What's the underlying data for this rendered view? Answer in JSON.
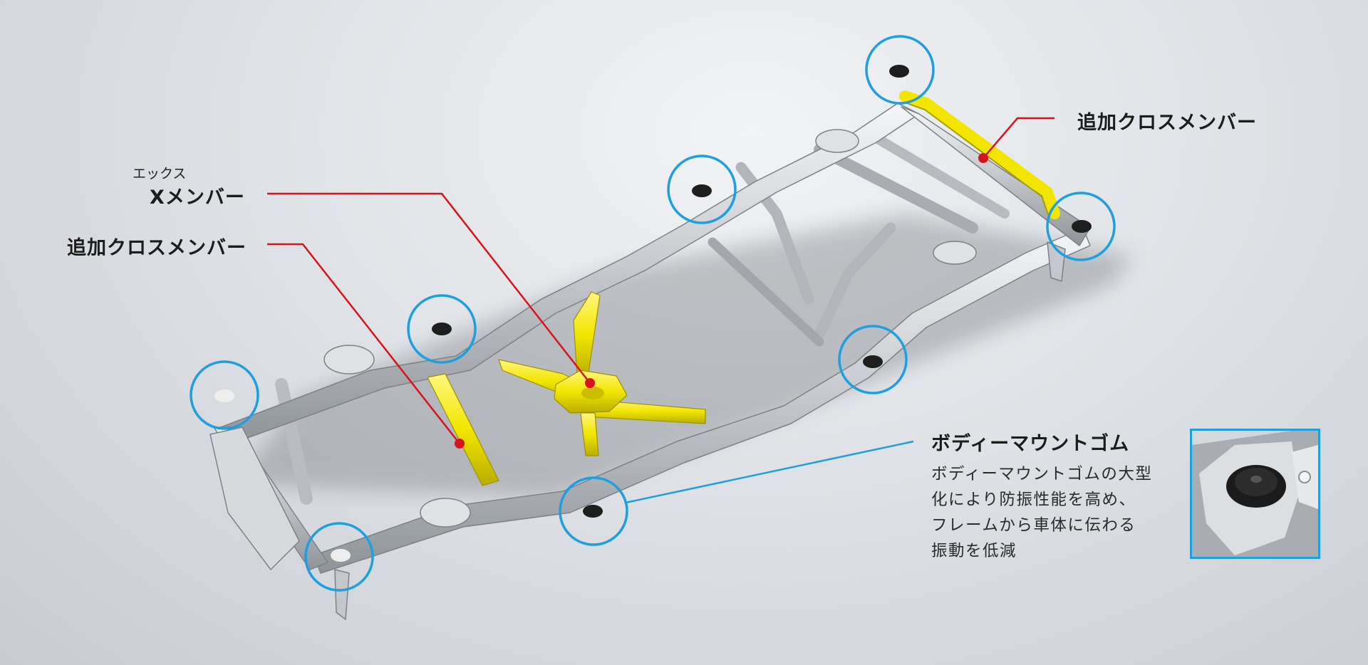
{
  "labels": {
    "x_member_ruby": "エックス",
    "x_member": "Xメンバー",
    "cross_member_left": "追加クロスメンバー",
    "cross_member_right": "追加クロスメンバー",
    "body_mount_title": "ボディーマウントゴム"
  },
  "body_mount_description": [
    "ボディーマウントゴムの大型",
    "化により防振性能を高め、",
    "フレームから車体に伝わる",
    "振動を低減"
  ],
  "colors": {
    "background": "#dfe2e6",
    "frame": "#c9ccd0",
    "highlight_yellow": "#f2e600",
    "callout_red": "#d7141e",
    "callout_blue": "#1f9fe0",
    "rubber": "#1e1e1e"
  },
  "icons": {
    "mount_marker": "blue-circle-icon",
    "callout_dot": "red-dot-icon"
  }
}
